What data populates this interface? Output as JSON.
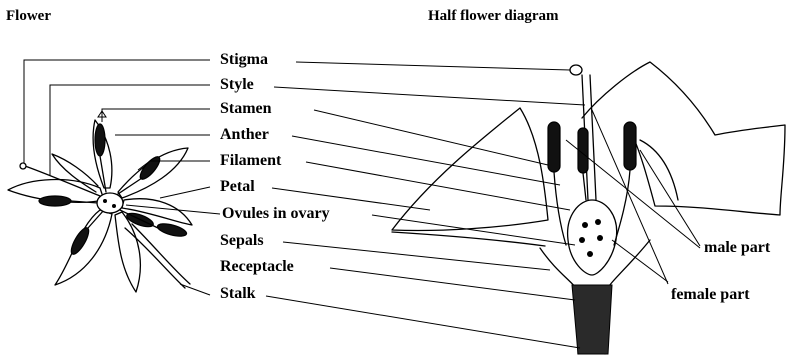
{
  "titles": {
    "left": "Flower",
    "right": "Half flower diagram"
  },
  "labels": {
    "stigma": "Stigma",
    "style": "Style",
    "stamen": "Stamen",
    "anther": "Anther",
    "filament": "Filament",
    "petal": "Petal",
    "ovules": "Ovules in ovary",
    "sepals": "Sepals",
    "receptacle": "Receptacle",
    "stalk": "Stalk",
    "male_part": "male part",
    "female_part": "female part"
  }
}
